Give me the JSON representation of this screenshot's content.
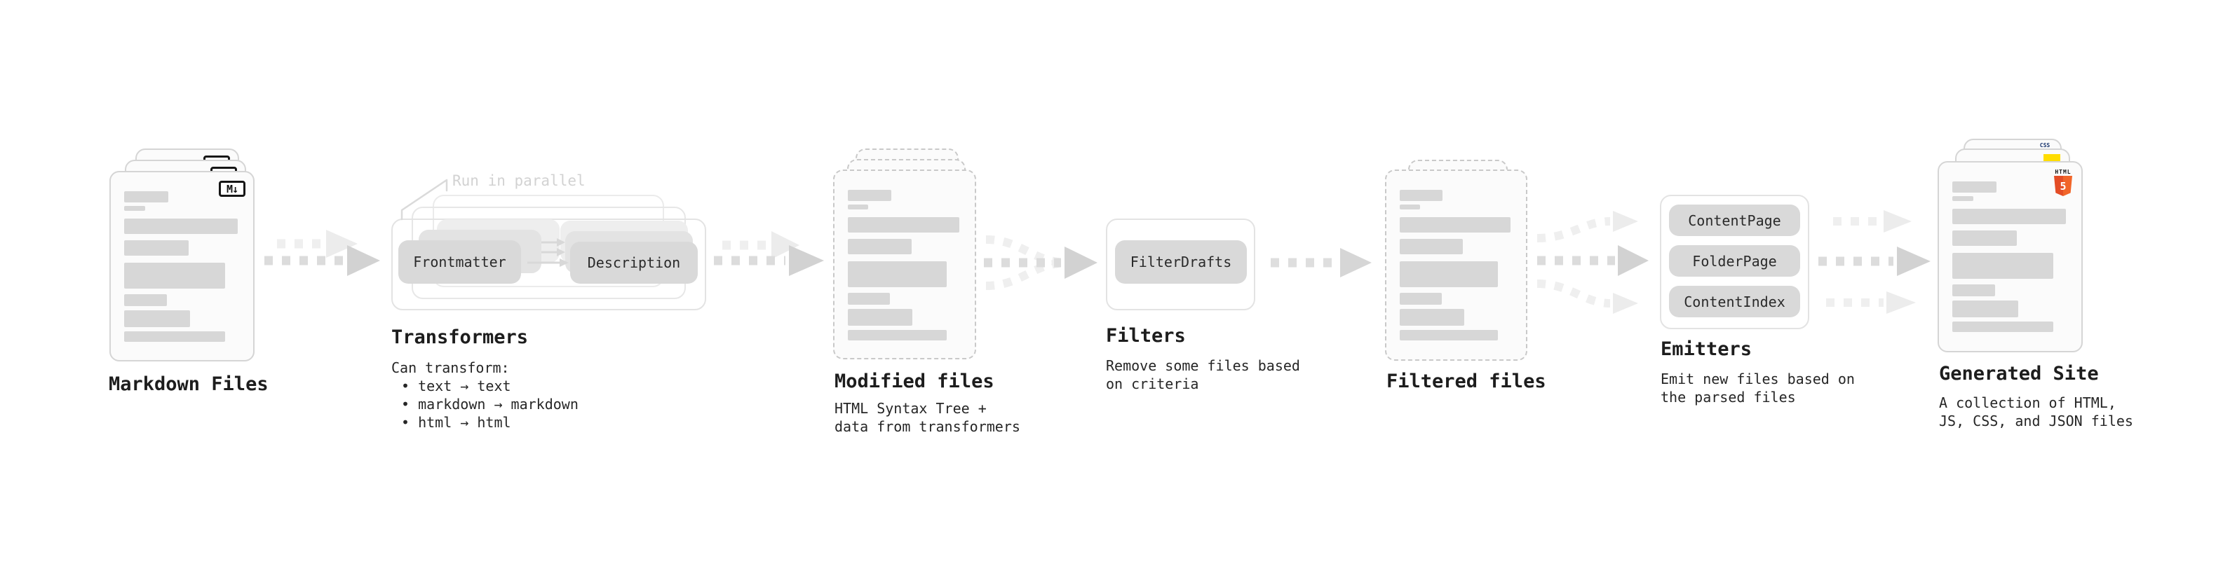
{
  "stages": {
    "markdown_files": {
      "label": "Markdown Files"
    },
    "transformers": {
      "label": "Transformers",
      "note": "Run in parallel",
      "pill_left": "Frontmatter",
      "pill_right": "Description",
      "desc_title": "Can transform:",
      "bullets": [
        "• text → text",
        "• markdown → markdown",
        "• html → html"
      ]
    },
    "modified_files": {
      "label": "Modified files",
      "desc": [
        "HTML Syntax Tree +",
        "data from transformers"
      ]
    },
    "filters": {
      "label": "Filters",
      "pill": "FilterDrafts",
      "desc": [
        "Remove some files based",
        "on criteria"
      ]
    },
    "filtered_files": {
      "label": "Filtered files"
    },
    "emitters": {
      "label": "Emitters",
      "pills": [
        "ContentPage",
        "FolderPage",
        "ContentIndex"
      ],
      "desc": [
        "Emit new files based on",
        "the parsed files"
      ]
    },
    "generated_site": {
      "label": "Generated Site",
      "desc": [
        "A collection of HTML,",
        "JS, CSS, and JSON files"
      ]
    }
  },
  "icons": {
    "markdown_badge": "M↓",
    "html5_label": "HTML",
    "html5_glyph": "5",
    "css_label": "CSS"
  },
  "colors": {
    "doc_bar": "#d7d7d7",
    "pill_bg": "#d9d9d9",
    "arrow_dark": "#dcdcdc",
    "arrow_head_dark": "#d2d2d2",
    "arrow_light": "#efefef",
    "html5_orange": "#e44d26",
    "js_yellow": "#ffdd00",
    "css_blue": "#2d6ce0"
  }
}
